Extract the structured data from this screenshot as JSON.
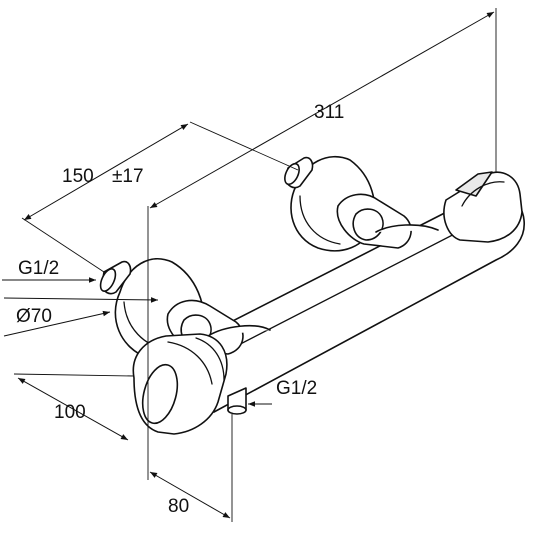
{
  "dimensions": {
    "overall_length": "311",
    "spacing": "150",
    "spacing_tolerance": "±17",
    "inlet_thread_left": "G1/2",
    "escutcheon_diameter": "Ø70",
    "projection_depth": "100",
    "outlet_thread": "G1/2",
    "outlet_offset": "80"
  }
}
